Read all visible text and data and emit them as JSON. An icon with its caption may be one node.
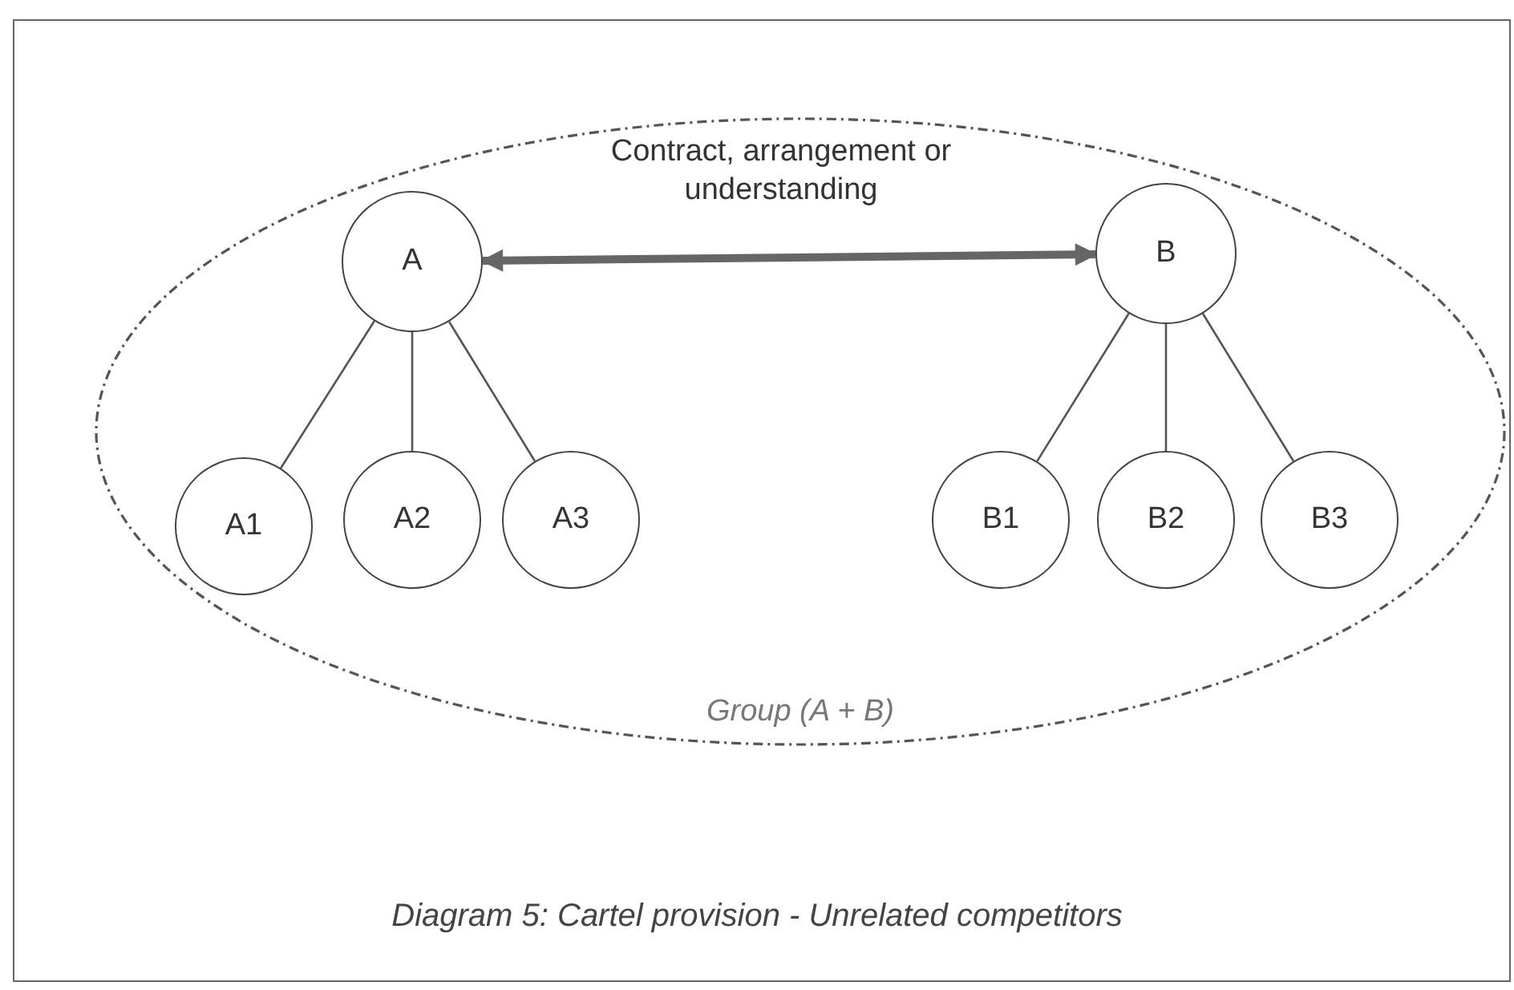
{
  "diagram": {
    "caption": "Diagram 5: Cartel provision - Unrelated competitors",
    "nodes": [
      {
        "text": [
          "Group (A + B)"
        ]
      },
      {
        "text": [
          "A"
        ],
        "in": 0
      },
      {
        "text": [
          "B"
        ],
        "in": 0
      },
      {
        "text": [
          "A1"
        ],
        "in": 0
      },
      {
        "text": [
          "A2"
        ],
        "in": 0
      },
      {
        "text": [
          "A3"
        ],
        "in": 0
      },
      {
        "text": [
          "B1"
        ],
        "in": 0
      },
      {
        "text": [
          "B2"
        ],
        "in": 0
      },
      {
        "text": [
          "B3"
        ],
        "in": 0
      }
    ],
    "edges": [
      {
        "from": 1,
        "to": 2,
        "arrow": "both",
        "style": "thick",
        "label": "Contract, arrangement or understanding"
      },
      {
        "from": 1,
        "to": 3,
        "arrow": "none"
      },
      {
        "from": 1,
        "to": 4,
        "arrow": "none"
      },
      {
        "from": 1,
        "to": 5,
        "arrow": "none"
      },
      {
        "from": 2,
        "to": 6,
        "arrow": "none"
      },
      {
        "from": 2,
        "to": 7,
        "arrow": "none"
      },
      {
        "from": 2,
        "to": 8,
        "arrow": "none"
      }
    ]
  }
}
